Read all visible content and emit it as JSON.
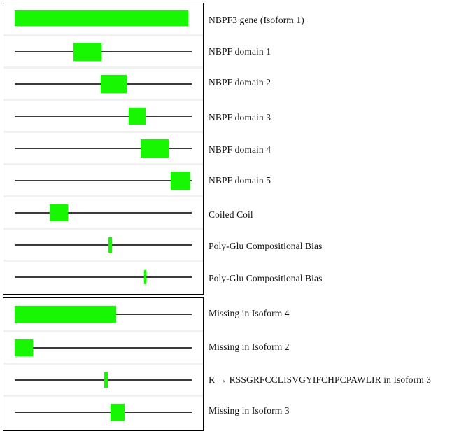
{
  "figure": {
    "title": "NBPF3 gene isoform domain architecture",
    "colors": {
      "feature_green": "#17f701",
      "backbone_line": "#3a3a3a",
      "panel_border": "#000000",
      "row_separator": "#f2f2f2",
      "background": "#ffffff"
    }
  },
  "panels": [
    {
      "name": "main-features",
      "tracks": [
        {
          "label": "NBPF3  gene (Isoform  1)",
          "shape": "full-bar",
          "start_pct": 0,
          "end_pct": 100,
          "has_backbone": false
        },
        {
          "label": "NBPF  domain 1",
          "shape": "block",
          "start_pct": 36,
          "end_pct": 52,
          "has_backbone": true
        },
        {
          "label": "NBPF  domain 2",
          "shape": "block",
          "start_pct": 51,
          "end_pct": 66,
          "has_backbone": true
        },
        {
          "label": "NBPF  domain 3",
          "shape": "block",
          "start_pct": 67,
          "end_pct": 76,
          "has_backbone": true
        },
        {
          "label": "NBPF  domain 4",
          "shape": "block",
          "start_pct": 74,
          "end_pct": 90,
          "has_backbone": true
        },
        {
          "label": "NBPF  domain 5",
          "shape": "block",
          "start_pct": 91,
          "end_pct": 102,
          "has_backbone": true
        },
        {
          "label": "Coiled  Coil",
          "shape": "block",
          "start_pct": 21,
          "end_pct": 31,
          "has_backbone": true
        },
        {
          "label": "Poly-Glu  Compositional  Bias",
          "shape": "tick",
          "start_pct": 54,
          "end_pct": 56,
          "has_backbone": true
        },
        {
          "label": "Poly-Glu  Compositional  Bias",
          "shape": "tick-thin",
          "start_pct": 75,
          "end_pct": 76,
          "has_backbone": true
        }
      ]
    },
    {
      "name": "isoform-differences",
      "tracks": [
        {
          "label": "Missing  in  Isoform 4",
          "shape": "block",
          "start_pct": 0,
          "end_pct": 59,
          "has_backbone": true
        },
        {
          "label": "Missing  in  Isoform 2",
          "shape": "block",
          "start_pct": 0,
          "end_pct": 10,
          "has_backbone": true
        },
        {
          "label": "R → RSSGRFCCLISVGYIFCHPCPAWLIR  in  Isoform 3",
          "shape": "tick",
          "start_pct": 51,
          "end_pct": 53,
          "has_backbone": true
        },
        {
          "label": "Missing  in  Isoform 3",
          "shape": "block",
          "start_pct": 55,
          "end_pct": 63,
          "has_backbone": true
        }
      ]
    }
  ],
  "labels": [
    {
      "text": "NBPF3  gene (Isoform  1)"
    },
    {
      "text": "NBPF  domain 1"
    },
    {
      "text": "NBPF  domain 2"
    },
    {
      "text": "NBPF  domain 3"
    },
    {
      "text": "NBPF  domain 4"
    },
    {
      "text": "NBPF  domain 5"
    },
    {
      "text": "Coiled  Coil"
    },
    {
      "text": "Poly-Glu  Compositional  Bias"
    },
    {
      "text": "Poly-Glu  Compositional  Bias"
    },
    {
      "text": "Missing  in  Isoform 4"
    },
    {
      "text": "Missing  in  Isoform 2"
    },
    {
      "text": "R → RSSGRFCCLISVGYIFCHPCPAWLIR  in  Isoform 3"
    },
    {
      "text": "Missing  in  Isoform 3"
    }
  ]
}
